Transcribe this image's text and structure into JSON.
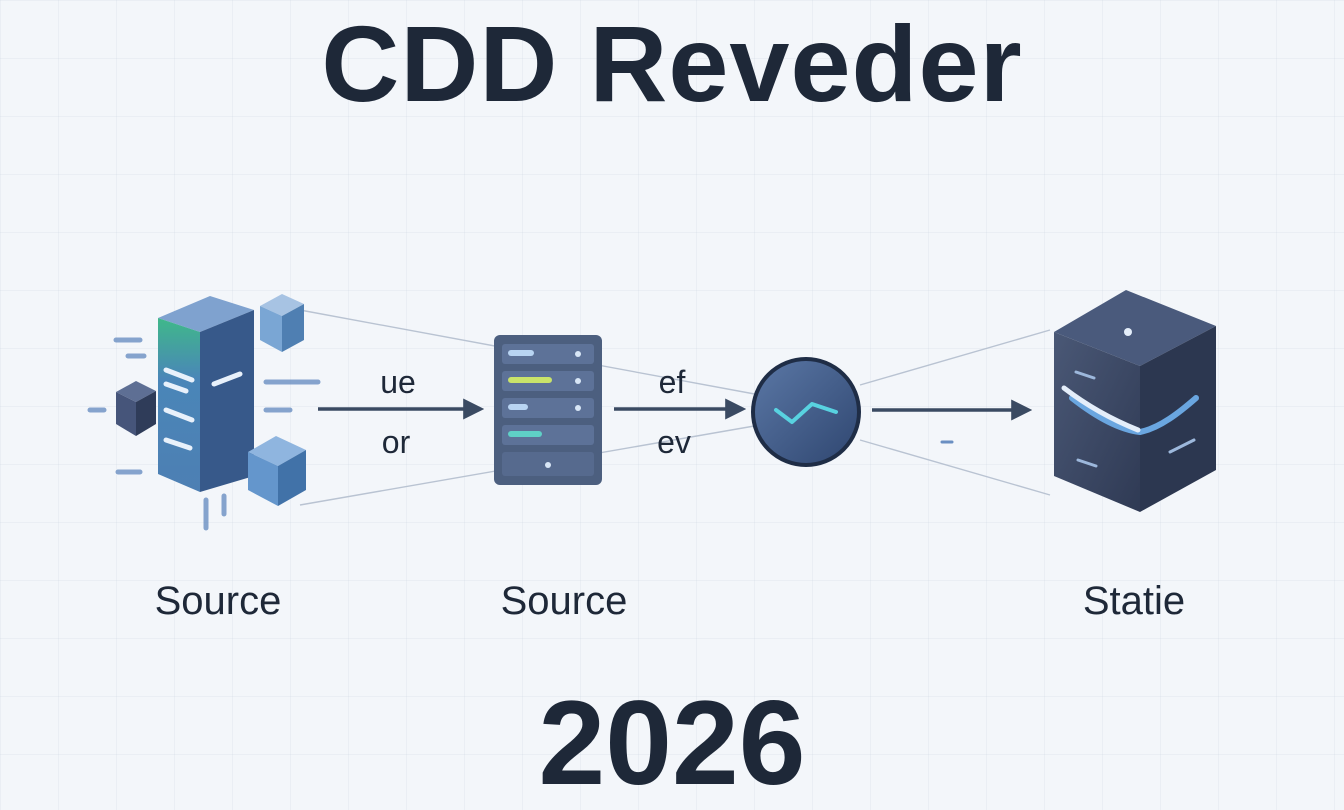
{
  "title": "CDD Reveder",
  "year": "2026",
  "nodes": [
    {
      "label": "Source",
      "icon": "server-tower-icon"
    },
    {
      "label": "Source",
      "icon": "server-rack-icon"
    },
    {
      "label": "",
      "icon": "pulse-circle-icon"
    },
    {
      "label": "Statie",
      "icon": "storage-cube-icon"
    }
  ],
  "edges": [
    {
      "top_label": "ue",
      "bottom_label": "or"
    },
    {
      "top_label": "ef",
      "bottom_label": "ev"
    },
    {
      "top_label": "",
      "bottom_label": ""
    }
  ],
  "colors": {
    "text": "#1e2838",
    "arrow": "#3a4a62",
    "tower_front": "#4d7fb3",
    "tower_accent": "#3fb88a",
    "rack": "#4c5f7f",
    "circle": "#3e5a86",
    "cube": "#3d4a66",
    "background": "#f3f6fa"
  }
}
